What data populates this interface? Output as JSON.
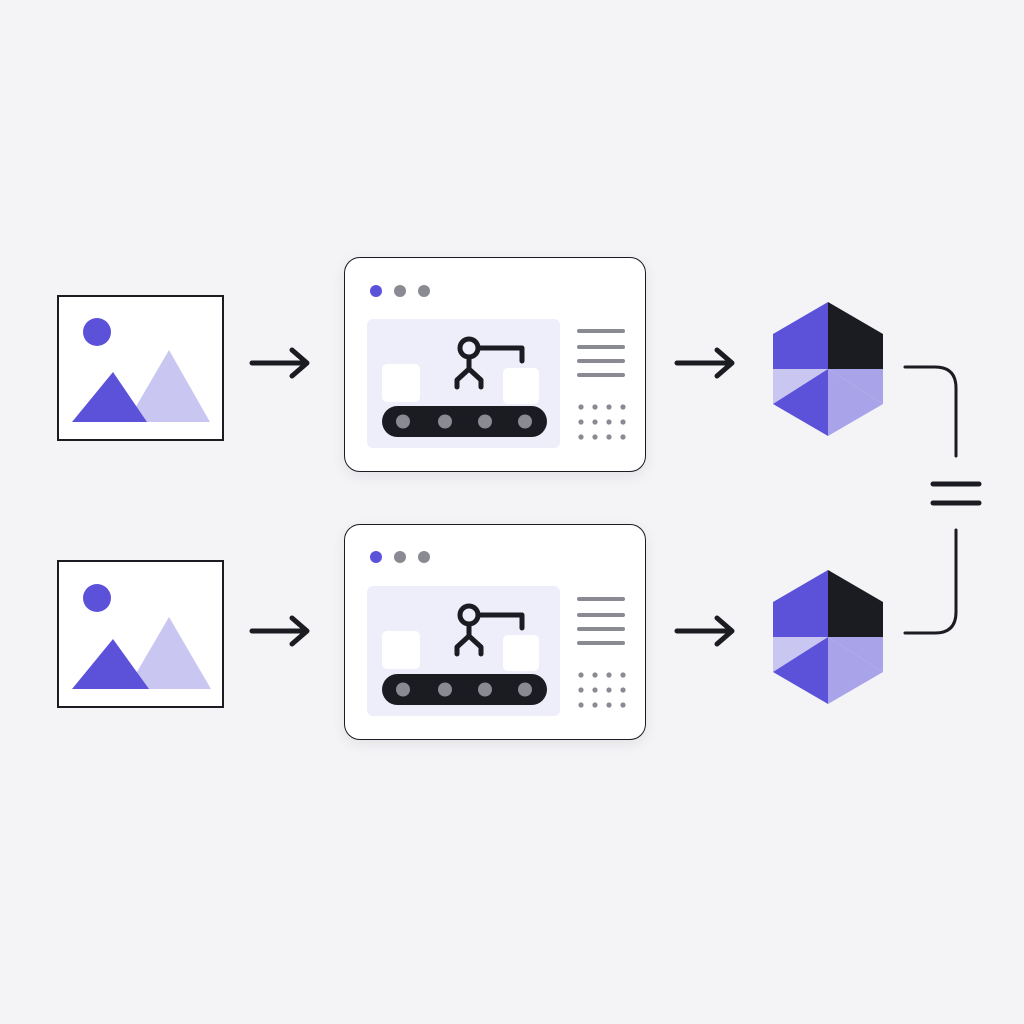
{
  "colors": {
    "background": "#f4f4f6",
    "accent": "#5b52d9",
    "accent_light": "#c9c6f2",
    "accent_mid": "#a9a4ea",
    "panel": "#eeeefb",
    "ink": "#1b1b22",
    "muted": "#8a8a92",
    "line": "#8a8a92",
    "white": "#ffffff"
  },
  "rows": [
    {
      "id": "top",
      "input": {
        "icon": "image-icon"
      },
      "process": {
        "icon": "robotic-arm-conveyor-icon",
        "window_dots": 3
      },
      "output": {
        "icon": "hexagon-cube-icon"
      }
    },
    {
      "id": "bottom",
      "input": {
        "icon": "image-icon"
      },
      "process": {
        "icon": "robotic-arm-conveyor-icon",
        "window_dots": 3
      },
      "output": {
        "icon": "hexagon-cube-icon"
      }
    }
  ],
  "connector": {
    "icon": "equals-icon"
  }
}
